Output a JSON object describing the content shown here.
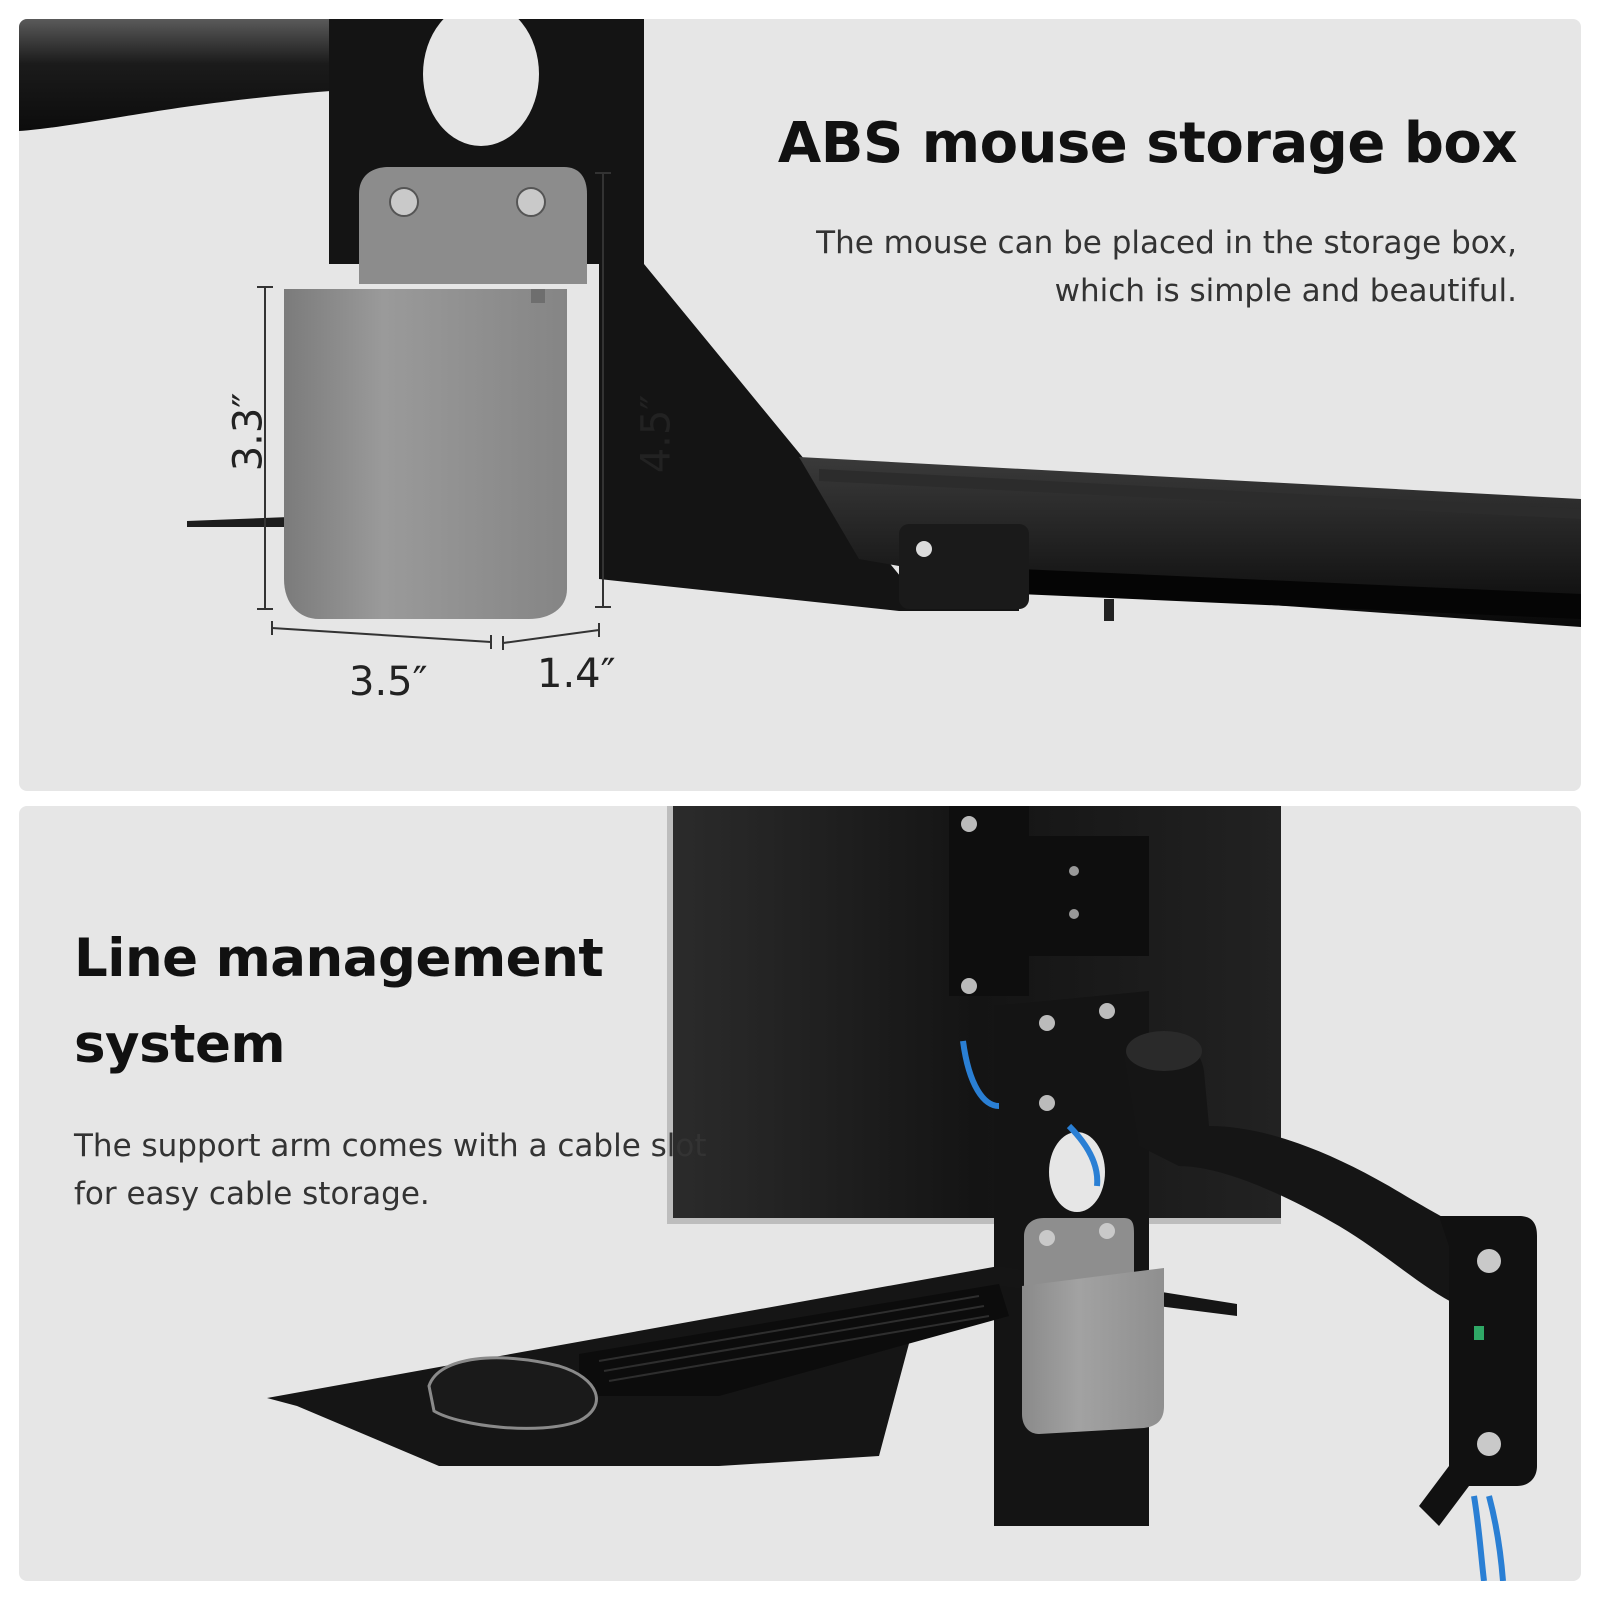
{
  "top_panel": {
    "heading": "ABS mouse storage box",
    "body": "The mouse can be placed in the storage box, which is simple and beautiful.",
    "dimensions": {
      "box_height": "3.3″",
      "mount_height": "4.5″",
      "box_width": "3.5″",
      "box_depth": "1.4″"
    }
  },
  "bottom_panel": {
    "heading": "Line management system",
    "body": "The support arm comes with a cable slot for easy cable storage."
  },
  "colors": {
    "panel_background": "#e6e6e6",
    "metal_black": "#111111",
    "box_gray": "#8f8f8f",
    "cable_blue": "#2a7fd4"
  }
}
